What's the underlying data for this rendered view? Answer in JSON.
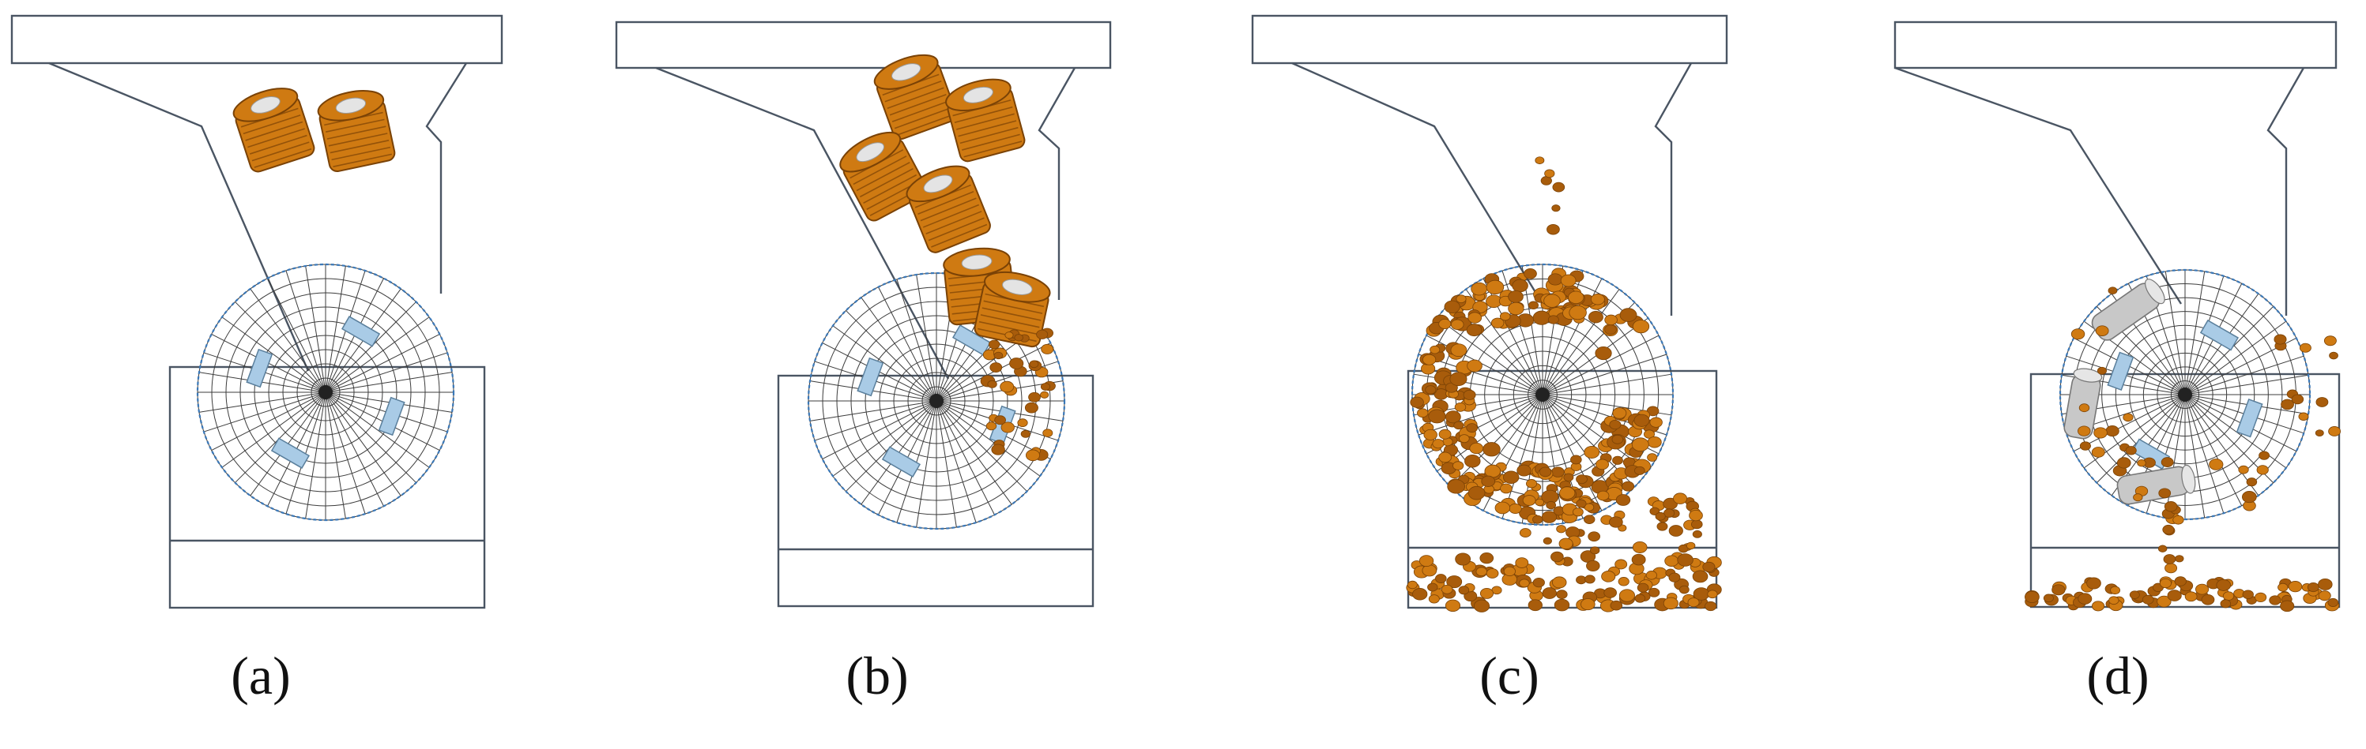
{
  "figure": {
    "panels": [
      {
        "id": "a",
        "caption": "(a)"
      },
      {
        "id": "b",
        "caption": "(b)"
      },
      {
        "id": "c",
        "caption": "(c)"
      },
      {
        "id": "d",
        "caption": "(d)"
      }
    ]
  },
  "colors": {
    "line": "#4a5563",
    "mesh": "#3c3c3c",
    "drum_ring": "#3a78b8",
    "corn": "#cf7a12",
    "corn_dark": "#7a4206",
    "cob_white": "#e4e4e4",
    "blade": "#a9cbe6"
  }
}
